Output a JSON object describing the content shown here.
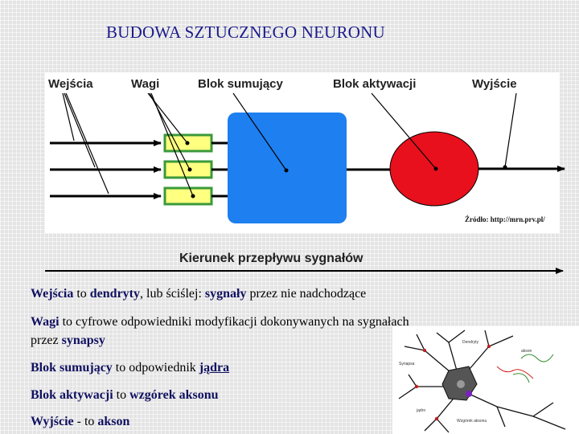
{
  "title": "BUDOWA SZTUCZNEGO NEURONU",
  "diagram": {
    "headers": {
      "inputs": "Wejścia",
      "weights": "Wagi",
      "sum_block": "Blok sumujący",
      "activation_block": "Blok aktywacji",
      "output": "Wyjście"
    },
    "source": "Źródło: http://mrn.prv.pl/",
    "flow_direction": "Kierunek przepływu sygnałów",
    "colors": {
      "sum_block": "#1e7ff0",
      "activation_block": "#e8101c",
      "weight_boxes": "#ffff80",
      "weight_box_border": "#3a9a3a"
    }
  },
  "descriptions": [
    {
      "term": "Wejścia",
      "mid": " to ",
      "target": "dendryty",
      "rest": ", lub ściślej: ",
      "extra": "sygnały",
      "tail": " przez nie nadchodzące"
    },
    {
      "term": "Wagi",
      "mid": " to cyfrowe odpowiedniki modyfikacji dokonywanych na sygnałach",
      "line2_pre": " przez ",
      "target": "synapsy"
    },
    {
      "term": "Blok sumujący",
      "mid": " to odpowiednik ",
      "target": "jądra"
    },
    {
      "term": "Blok aktywacji",
      "mid": " to ",
      "target": "wzgórek aksonu"
    },
    {
      "term": "Wyjście",
      "mid": " - to ",
      "target": "akson"
    }
  ],
  "neuron_labels": {
    "dendrites": "Dendryty",
    "axon": "akson",
    "synapse": "Synapsa",
    "nucleus": "jądro",
    "axon_hillock": "Wzgórek aksonu"
  }
}
